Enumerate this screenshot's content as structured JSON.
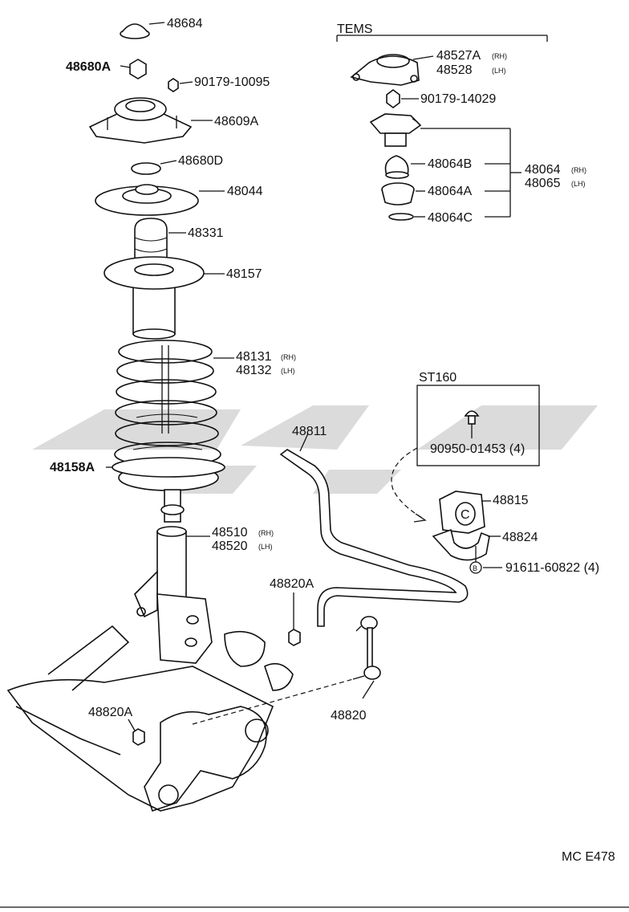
{
  "diagram_code": "MC E478",
  "groups": {
    "tems": "TEMS",
    "st160": "ST160"
  },
  "labels": {
    "p48684": "48684",
    "p48680A": "48680A",
    "p90179_10095": "90179-10095",
    "p48609A": "48609A",
    "p48680D": "48680D",
    "p48044": "48044",
    "p48331": "48331",
    "p48157": "48157",
    "p48131": "48131",
    "p48131_side": "(RH)",
    "p48132": "48132",
    "p48132_side": "(LH)",
    "p48158A": "48158A",
    "p48510": "48510",
    "p48510_side": "(RH)",
    "p48520": "48520",
    "p48520_side": "(LH)",
    "p48527A": "48527A",
    "p48527A_side": "(RH)",
    "p48528": "48528",
    "p48528_side": "(LH)",
    "p90179_14029": "90179-14029",
    "p48064B": "48064B",
    "p48064A": "48064A",
    "p48064C": "48064C",
    "p48064": "48064",
    "p48064_side": "(RH)",
    "p48065": "48065",
    "p48065_side": "(LH)",
    "p90950": "90950-01453 (4)",
    "p48811": "48811",
    "p48815": "48815",
    "p48824": "48824",
    "p91611": "91611-60822 (4)",
    "p91611_mark": "B",
    "p48820A_1": "48820A",
    "p48820A_2": "48820A",
    "p48820": "48820",
    "bracket_mark": "C"
  }
}
